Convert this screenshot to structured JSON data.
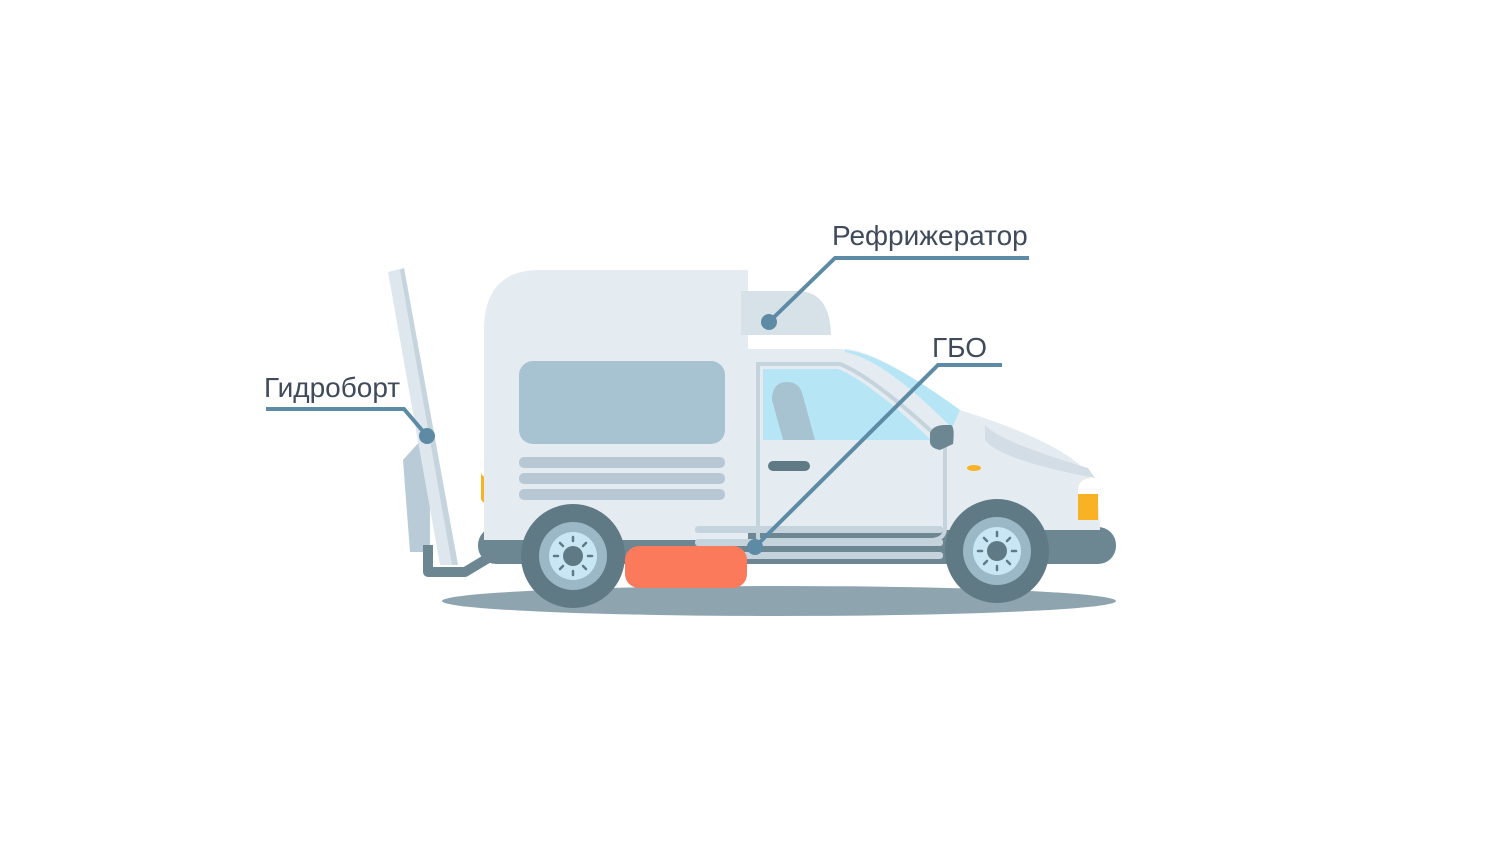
{
  "callouts": {
    "hydraulic_lift": "Гидроборт",
    "refrigerator": "Рефрижератор",
    "gas_equipment": "ГБО"
  },
  "colors": {
    "body": "#e4ebf1",
    "body_shade": "#d3dde5",
    "window_panel": "#a7c3d1",
    "stripes": "#b7c8d4",
    "glass": "#b6e6f6",
    "chassis": "#6c8692",
    "tire": "#607a85",
    "rim": "#9bb8c6",
    "hub": "#c8e6f3",
    "shadow": "#8ea5b0",
    "gas_tank": "#fb7a5c",
    "light_amber": "#f9b223",
    "callout_line": "#5d8aa4",
    "label_text": "#3f4a5a"
  }
}
